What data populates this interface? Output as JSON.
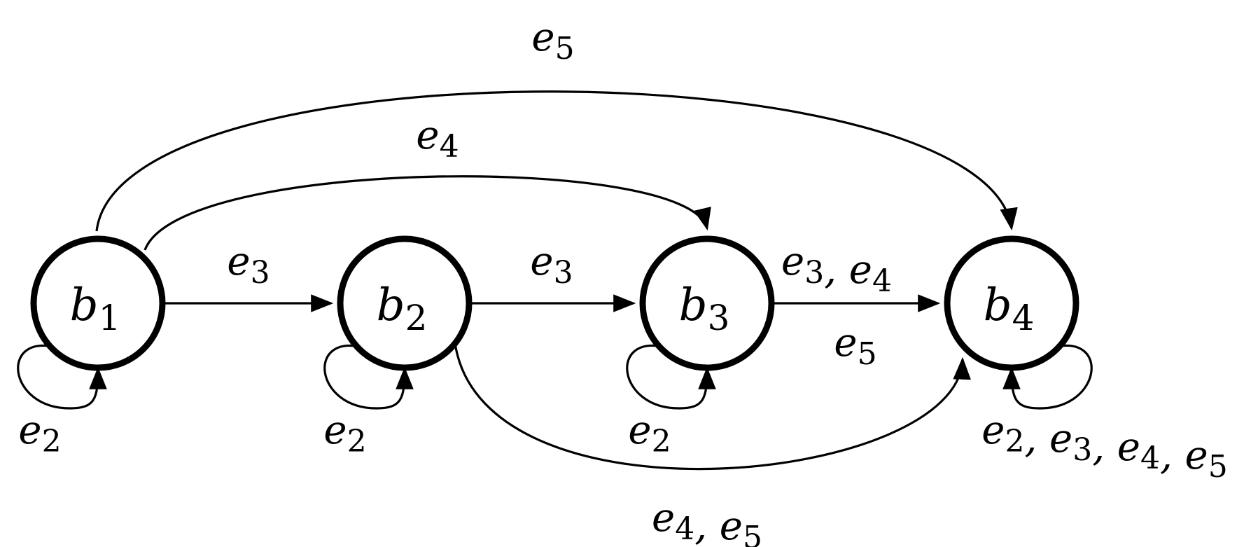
{
  "nodes": [
    {
      "id": "b1",
      "name": "b",
      "sub": "1"
    },
    {
      "id": "b2",
      "name": "b",
      "sub": "2"
    },
    {
      "id": "b3",
      "name": "b",
      "sub": "3"
    },
    {
      "id": "b4",
      "name": "b",
      "sub": "4"
    }
  ],
  "edges": [
    {
      "from": "b1",
      "to": "b2",
      "label": [
        {
          "v": "e",
          "s": "3"
        }
      ]
    },
    {
      "from": "b2",
      "to": "b3",
      "label": [
        {
          "v": "e",
          "s": "3"
        }
      ]
    },
    {
      "from": "b3",
      "to": "b4",
      "label": [
        {
          "v": "e",
          "s": "3"
        },
        {
          "v": "e",
          "s": "4"
        }
      ],
      "label2": [
        {
          "v": "e",
          "s": "5"
        }
      ]
    },
    {
      "from": "b1",
      "to": "b3",
      "label": [
        {
          "v": "e",
          "s": "4"
        }
      ]
    },
    {
      "from": "b1",
      "to": "b4",
      "label": [
        {
          "v": "e",
          "s": "5"
        }
      ]
    },
    {
      "from": "b2",
      "to": "b4",
      "label": [
        {
          "v": "e",
          "s": "4"
        },
        {
          "v": "e",
          "s": "5"
        }
      ]
    },
    {
      "from": "b1",
      "to": "b1",
      "label": [
        {
          "v": "e",
          "s": "2"
        }
      ]
    },
    {
      "from": "b2",
      "to": "b2",
      "label": [
        {
          "v": "e",
          "s": "2"
        }
      ]
    },
    {
      "from": "b3",
      "to": "b3",
      "label": [
        {
          "v": "e",
          "s": "2"
        }
      ]
    },
    {
      "from": "b4",
      "to": "b4",
      "label": [
        {
          "v": "e",
          "s": "2"
        },
        {
          "v": "e",
          "s": "3"
        },
        {
          "v": "e",
          "s": "4"
        },
        {
          "v": "e",
          "s": "5"
        }
      ]
    }
  ],
  "separator": ", ",
  "colors": {
    "stroke": "#000000",
    "background": "#ffffff"
  }
}
